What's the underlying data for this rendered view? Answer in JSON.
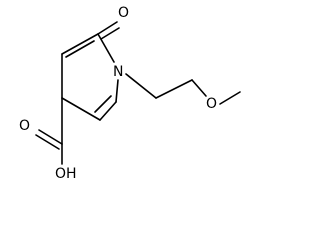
{
  "molecule": {
    "atom_labels": {
      "ring_oxygen": "O",
      "nitrogen": "N",
      "ether_oxygen": "O",
      "acid_oxygen": "O",
      "hydroxyl": "OH"
    }
  }
}
